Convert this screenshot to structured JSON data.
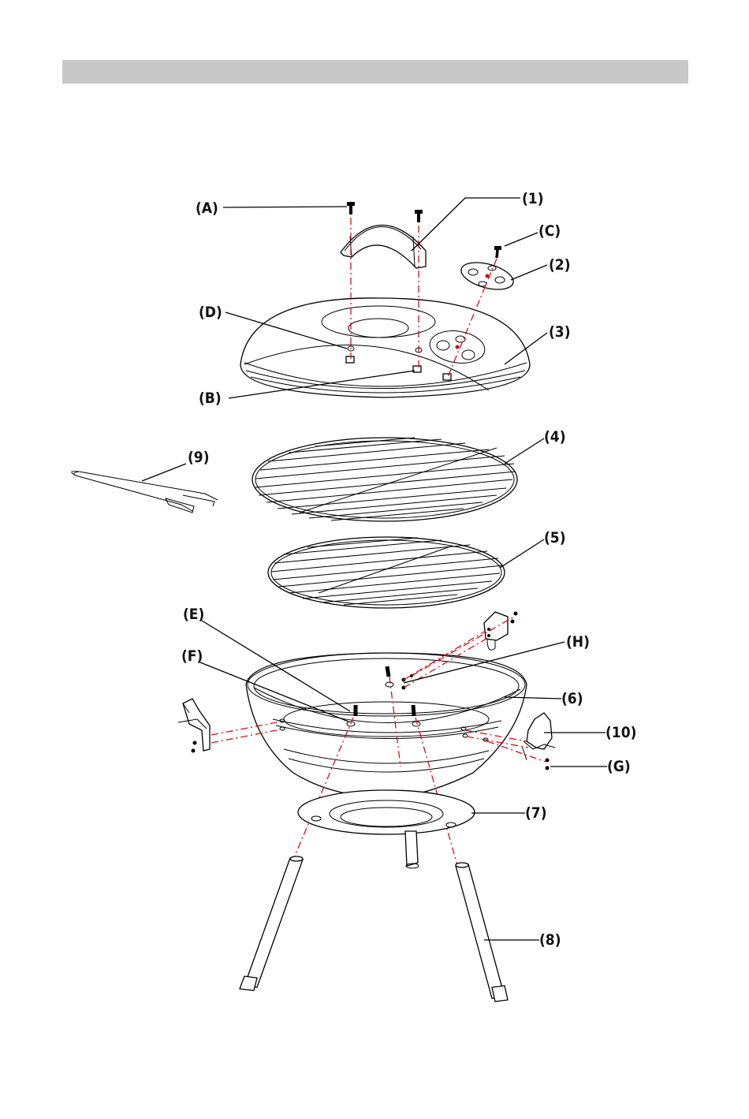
{
  "labels": {
    "A": "(A)",
    "B": "(B)",
    "C": "(C)",
    "D": "(D)",
    "E": "(E)",
    "F": "(F)",
    "G": "(G)",
    "H": "(H)",
    "p1": "(1)",
    "p2": "(2)",
    "p3": "(3)",
    "p4": "(4)",
    "p5": "(5)",
    "p6": "(6)",
    "p7": "(7)",
    "p8": "(8)",
    "p9": "(9)",
    "p10": "(10)"
  },
  "colors": {
    "header_bar": "#c8c8c8",
    "assembly_line": "#d0121b",
    "ink": "#000000"
  }
}
